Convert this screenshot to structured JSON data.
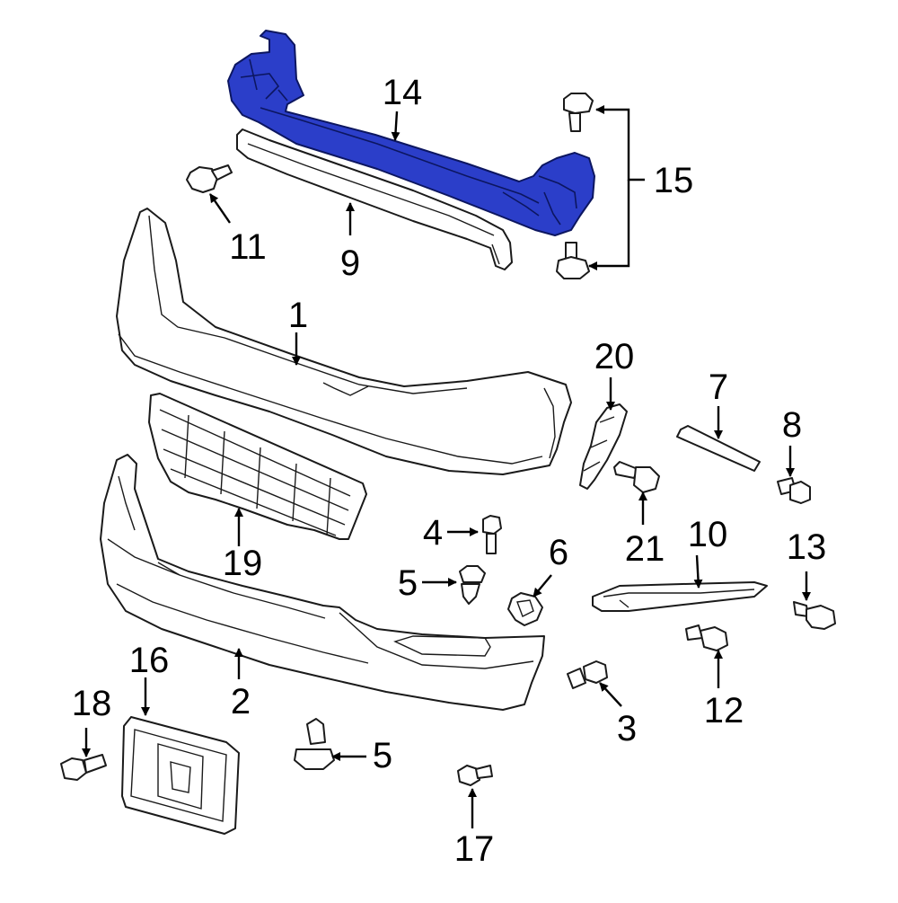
{
  "colors": {
    "highlight": "#2b3ec9",
    "line": "#1a1a1a",
    "background": "#ffffff"
  },
  "callouts": {
    "c1": "1",
    "c2": "2",
    "c3": "3",
    "c4": "4",
    "c5a": "5",
    "c5b": "5",
    "c6": "6",
    "c7": "7",
    "c8": "8",
    "c9": "9",
    "c10": "10",
    "c11": "11",
    "c12": "12",
    "c13": "13",
    "c14": "14",
    "c15": "15",
    "c16": "16",
    "c17": "17",
    "c18": "18",
    "c19": "19",
    "c20": "20",
    "c21": "21"
  }
}
